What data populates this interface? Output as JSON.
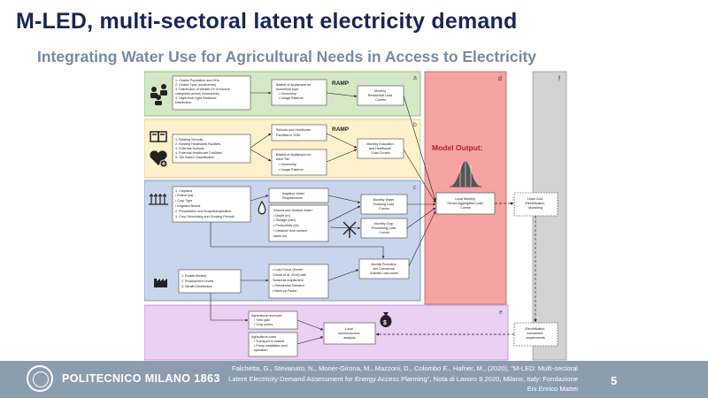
{
  "slide": {
    "title": "M-LED, multi-sectoral latent electricity demand",
    "subtitle": "Integrating Water Use for Agricultural Needs in Access to Electricity",
    "page_number": "5"
  },
  "footer": {
    "university": "POLITECNICO MILANO 1863",
    "citation": "Falchetta, G., Stevanato, N., Moner-Girona, M., Mazzoni, D., Colombo E., Hafner, M., (2020), \"M-LED: Multi-sectoral Latent Electricity Demand Assessment for Energy Access Planning\", Nota di Lavoro 9.2020, Milano, Italy: Fondazione Eni Enrico Mattei"
  },
  "diagram": {
    "section_letters": {
      "a": "a",
      "b": "b",
      "c": "c",
      "d": "d",
      "e": "e",
      "f": "f"
    },
    "model_output_label": "Model Output:",
    "ramp_label": "RAMP",
    "a": {
      "inputs": [
        "1. Cluster Population and HHs",
        "2. Cluster Type (rural/urban)",
        "3. Distribution of Wealth (% of income",
        "categories across households)",
        "4. Night-time Light Radiance",
        "Distribution"
      ],
      "basket": [
        "Basket of Appliances for",
        "household type",
        "• Ownership",
        "• Usage Patterns"
      ],
      "curves": [
        "Monthly",
        "Residential Load",
        "Curves"
      ]
    },
    "b": {
      "inputs": [
        "1. Existing Schools",
        "2. Existing Healthcare Facilities",
        "3. Potential Schools",
        "4. Potential Healthcare Facilities",
        "5. Tier Based Classification"
      ],
      "schools_box": [
        "Schools and Healthcare",
        "Facilities in 2030"
      ],
      "basket": [
        "Basket of Appliances for",
        "each Tier",
        "• Ownership",
        "• Usage Patterns"
      ],
      "curves": [
        "Monthly Education",
        "and Healthcare",
        "Load Curves"
      ]
    },
    "c": {
      "inputs": [
        "1.   Cropland",
        "•    Extent (ha)",
        "•    Crop Type",
        "•    Irrigation Needs",
        "2. Precipitation and Evapotranspiration",
        "3. Crop Scheduling and Growing Periods"
      ],
      "irrigation": [
        "Irrigation Water",
        "Requirements"
      ],
      "groundwater": [
        "Ground and Surface Water",
        "• Depth (m)",
        "• Storage (mm)",
        "• Productivity (l/s)",
        "• Distance from surface",
        "  basin (m)"
      ],
      "pumping": [
        "Monthly Water",
        "Pumping Load",
        "Curves"
      ],
      "crop_processing": [
        "Monthly Crop",
        "Processing Load",
        "Curves"
      ],
      "aggregated": [
        "Local Monthly",
        "Sector-Aggregated Load",
        "Curves"
      ],
      "productive": [
        "Monthly Productive",
        "and Commercial",
        "Activities Load curves"
      ],
      "roads": [
        "1.   Roads Density",
        "2.   Employment Levels",
        "3.   Wealth Distribution"
      ],
      "load_curve": [
        "• Load Curve (Moner",
        "  Girona et al. 2019) with",
        "  Seasonal Adjustment",
        "• Residential Demand",
        "• Mark-up Factor"
      ]
    },
    "e": {
      "revenues": [
        "Agricultural revenues",
        "• Yield gain",
        "• Crop prices"
      ],
      "costs": [
        "Agricultural costs",
        "• Transport to market",
        "• Pump installation and",
        "  operation"
      ],
      "micro": [
        "Local",
        "microeconomic",
        "analysis"
      ]
    },
    "f": {
      "least_cost": [
        "Least Cost",
        "Electrification",
        "Modelling"
      ],
      "investment": [
        "Electrification",
        "investment",
        "requirements"
      ]
    }
  },
  "colors": {
    "title": "#1a2654",
    "subtitle": "#7a8a9e",
    "footer_bg": "#8d9db0",
    "section_a": "#d5e8c5",
    "section_b": "#fdf1cc",
    "section_c": "#c9d5ec",
    "section_d": "#f5a3a3",
    "section_e": "#ead0f2",
    "section_f": "#d2d2d2",
    "model_output": "#b22222"
  },
  "icons": [
    "people-icon",
    "book-icon",
    "heart-icon",
    "crops-icon",
    "water-drop-icon",
    "mill-icon",
    "factory-icon",
    "money-bag-icon",
    "distribution-curve-icon"
  ]
}
